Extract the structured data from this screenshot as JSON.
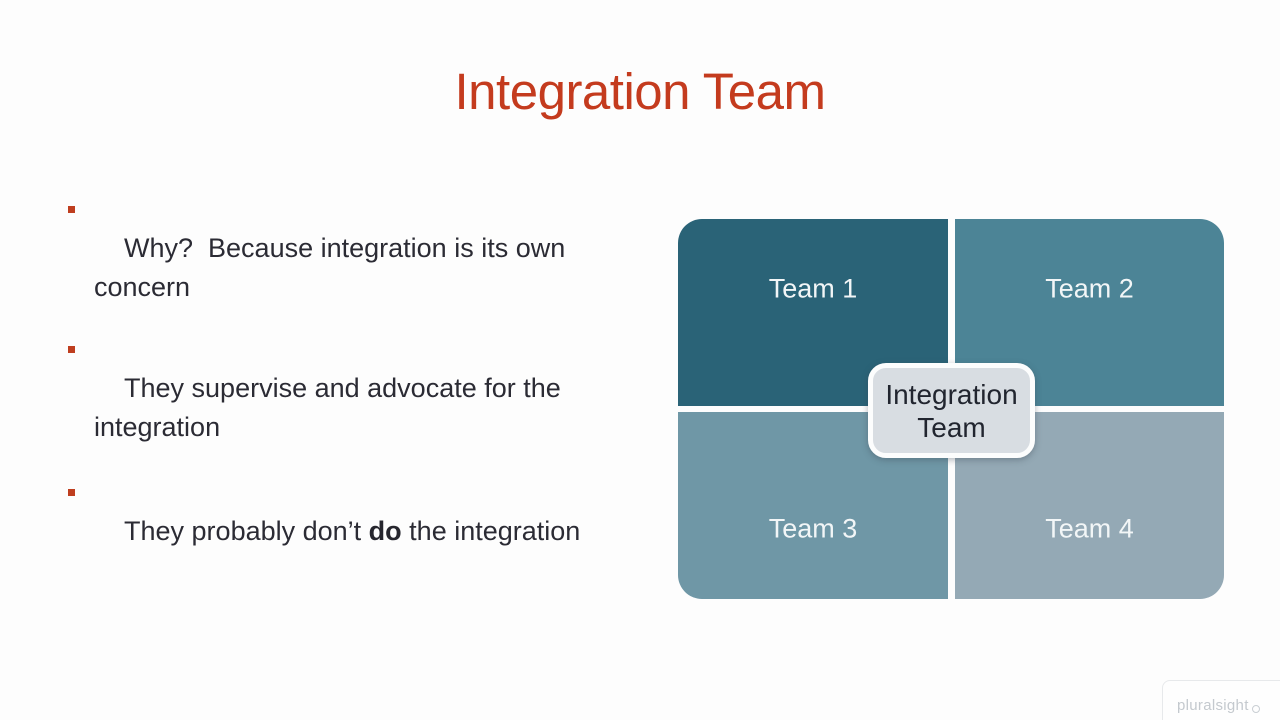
{
  "slide": {
    "title": "Integration Team",
    "bullets": [
      {
        "text": "Why?  Because integration is its own\nconcern"
      },
      {
        "text": "They supervise and advocate for the\nintegration"
      },
      {
        "segments": [
          {
            "text": "They probably don’t "
          },
          {
            "text": "do",
            "bold": true
          },
          {
            "text": " the integration"
          }
        ]
      }
    ],
    "diagram": {
      "quadrants": [
        {
          "label": "Team 1",
          "color": "#2a6377"
        },
        {
          "label": "Team 2",
          "color": "#4c8496"
        },
        {
          "label": "Team 3",
          "color": "#6f97a6"
        },
        {
          "label": "Team 4",
          "color": "#94a9b5"
        }
      ],
      "center_label": "Integration\nTeam",
      "center_bg": "#d8dde2",
      "center_border": "#fcfdfd",
      "center_text_color": "#21252f",
      "label_text_color": "#f2f6f7"
    },
    "colors": {
      "title_red": "#c43b1e",
      "bullet_marker_red": "#bf3e1f",
      "body_text": "#2b2b34",
      "background": "#fdfdfd"
    },
    "watermark": {
      "label": "pluralsight"
    }
  }
}
